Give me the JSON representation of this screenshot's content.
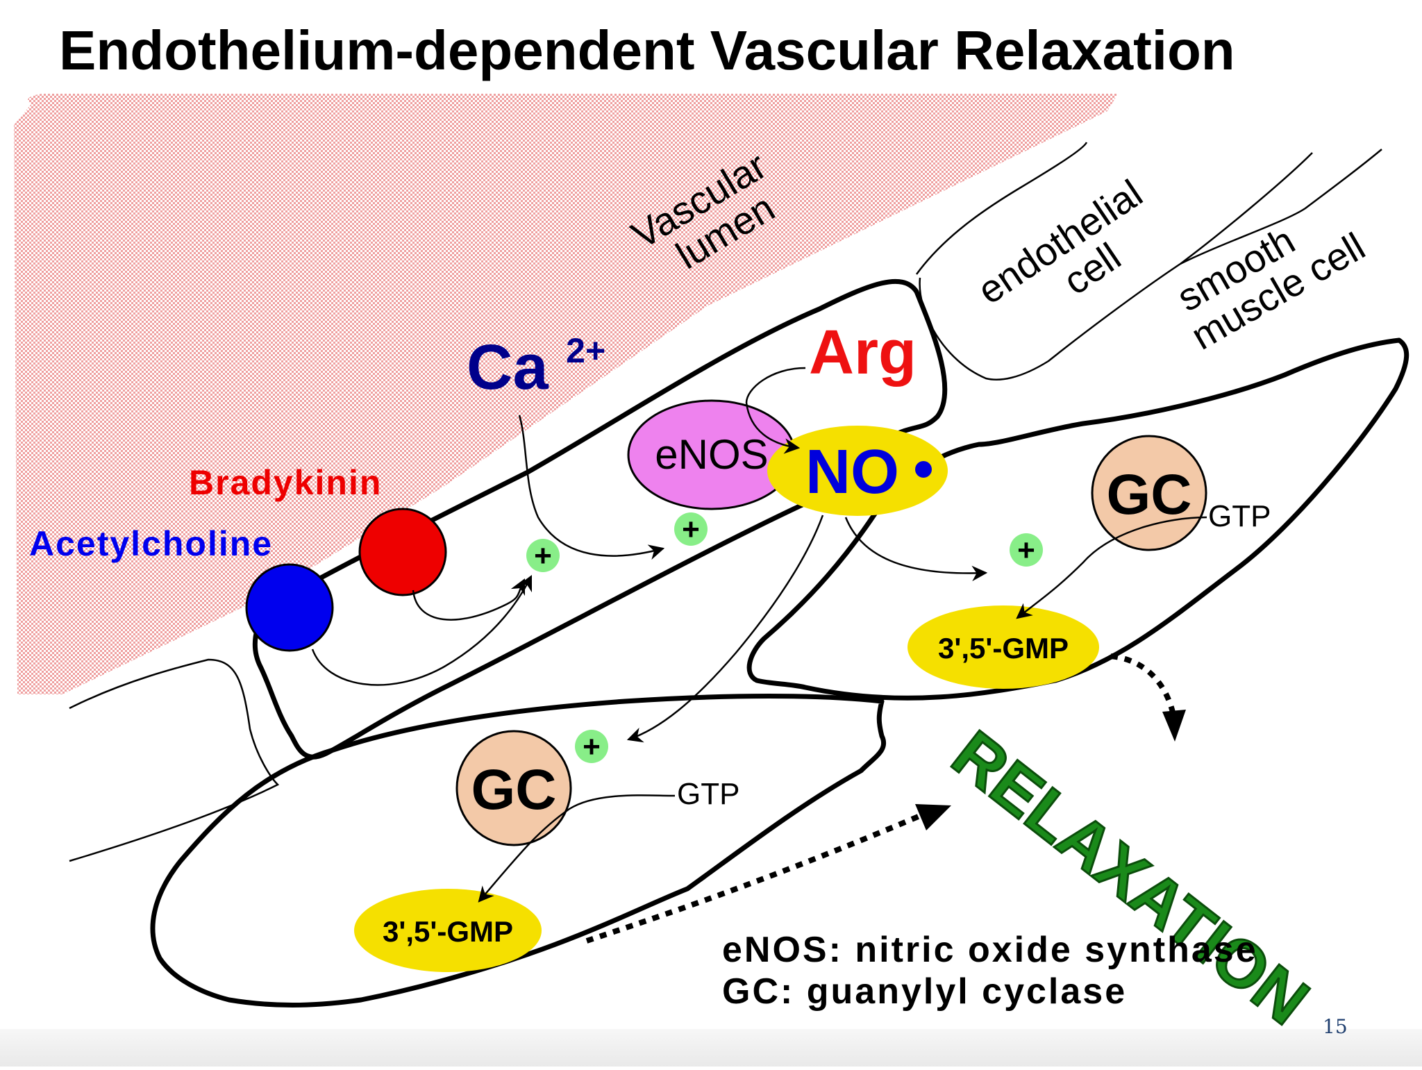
{
  "title": "Endothelium-dependent Vascular Relaxation",
  "region_labels": {
    "vascular_lumen_1": "Vascular",
    "vascular_lumen_2": "lumen",
    "endothelial_1": "endothelial",
    "endothelial_2": "cell",
    "smooth_1": "smooth",
    "smooth_2": "muscle cell"
  },
  "agonists": {
    "acetylcholine": "Acetylcholine",
    "bradykinin": "Bradykinin"
  },
  "calcium": {
    "symbol": "Ca",
    "charge": "2+"
  },
  "arg": "Arg",
  "enos": "eNOS",
  "no": "NO",
  "plus": "+",
  "gc": "GC",
  "gtp": "GTP",
  "gmp": "3',5'-GMP",
  "relaxation": "RELAXATION",
  "legend": {
    "line1": "eNOS: nitric oxide synthase",
    "line2": "GC: guanylyl cyclase"
  },
  "page_number": "15",
  "colors": {
    "lumen": "#f3b8b8",
    "acetylcholine": "#0000ee",
    "bradykinin": "#ee0000",
    "enos": "#ee82ee",
    "no_ellipse": "#f5e000",
    "no_text": "#0000dd",
    "gc": "#f3c9a8",
    "gmp": "#f5e000",
    "plus": "#88ee88",
    "relaxation": "#1a8a1a"
  }
}
